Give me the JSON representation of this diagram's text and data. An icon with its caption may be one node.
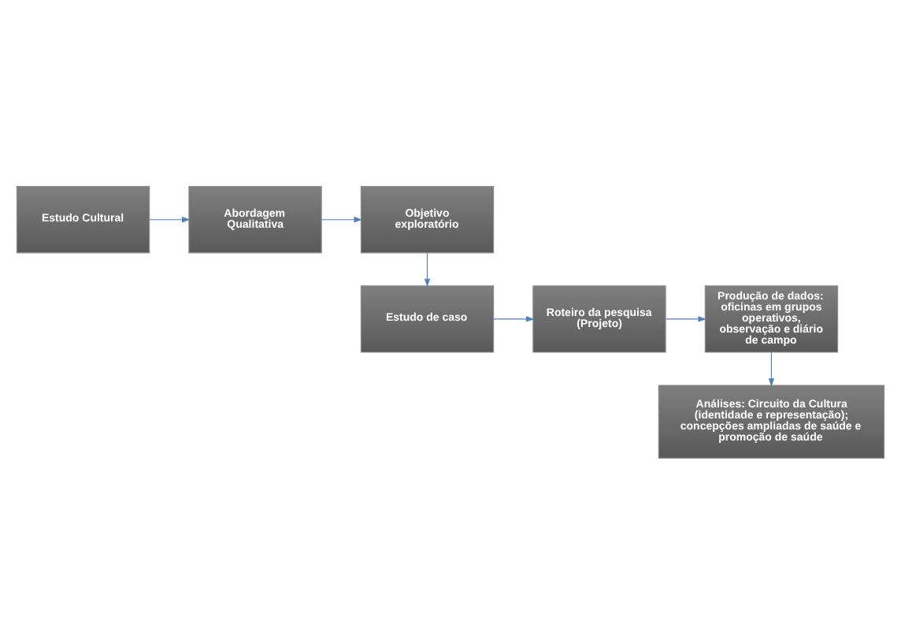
{
  "diagram": {
    "nodes": [
      {
        "text": [
          "Estudo Cultural"
        ]
      },
      {
        "text": [
          "Abordagem Qualitativa"
        ]
      },
      {
        "text": [
          "Objetivo exploratório"
        ]
      },
      {
        "text": [
          "Estudo de caso"
        ]
      },
      {
        "text": [
          "Roteiro da pesquisa (Projeto)"
        ]
      },
      {
        "text": [
          "Produção de dados: oficinas em grupos operativos, observação e diário de campo"
        ]
      },
      {
        "text": [
          "Análises: Circuito da Cultura (identidade e representação); concepções ampliadas de saúde e promoção de saúde"
        ]
      }
    ],
    "edges": [
      {
        "from": 0,
        "to": 1,
        "arrow": "to"
      },
      {
        "from": 1,
        "to": 2,
        "arrow": "to"
      },
      {
        "from": 2,
        "to": 3,
        "arrow": "to"
      },
      {
        "from": 3,
        "to": 4,
        "arrow": "to"
      },
      {
        "from": 4,
        "to": 5,
        "arrow": "to"
      },
      {
        "from": 5,
        "to": 6,
        "arrow": "to"
      }
    ]
  }
}
